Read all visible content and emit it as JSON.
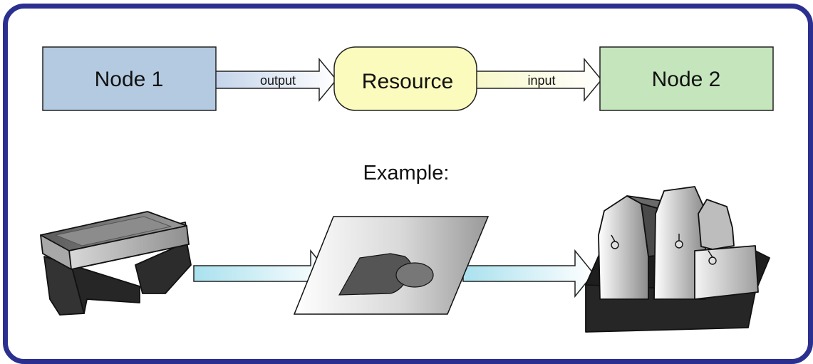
{
  "diagram": {
    "node1_label": "Node 1",
    "node2_label": "Node 2",
    "resource_label": "Resource",
    "output_label": "output",
    "input_label": "input",
    "example_label": "Example:"
  },
  "colors": {
    "frame_border": "#2b2f8f",
    "node1_fill": "#b3cae0",
    "node2_fill": "#c5e6bd",
    "resource_fill": "#fafbbd",
    "arrow_output": "#c3d3ea",
    "arrow_input": "#f7f8c8",
    "arrow_example": "#a9e1ee"
  }
}
